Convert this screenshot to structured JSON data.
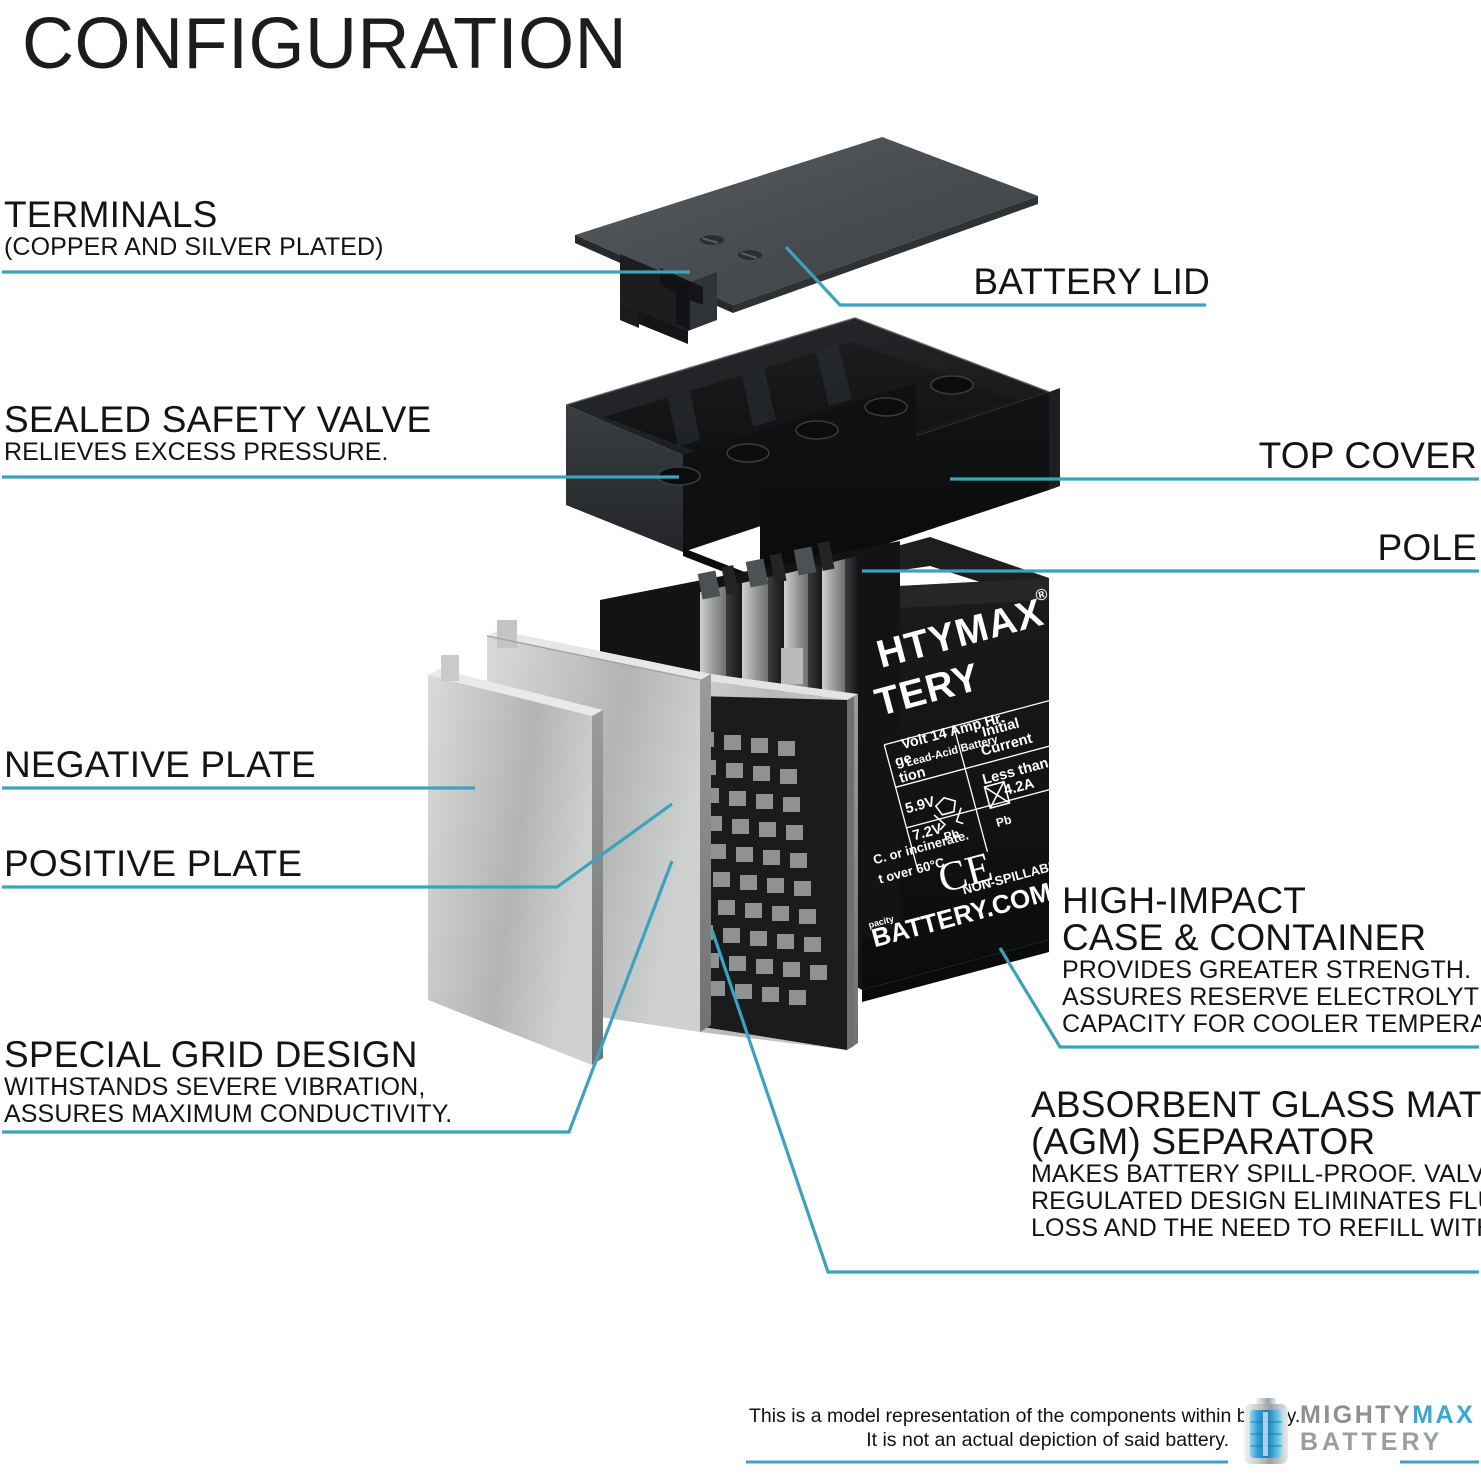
{
  "page": {
    "title": "CONFIGURATION",
    "accent_color": "#3ba3bd",
    "text_color": "#141414",
    "background": "#ffffff"
  },
  "callouts": [
    {
      "id": "terminals",
      "title": "TERMINALS",
      "subtitle": "(COPPER AND SILVER PLATED)",
      "align": "left"
    },
    {
      "id": "sealed-safety-valve",
      "title": "SEALED SAFETY VALVE",
      "subtitle": "RELIEVES EXCESS PRESSURE.",
      "align": "left"
    },
    {
      "id": "negative-plate",
      "title": "NEGATIVE PLATE",
      "subtitle": "",
      "align": "left"
    },
    {
      "id": "positive-plate",
      "title": "POSITIVE PLATE",
      "subtitle": "",
      "align": "left"
    },
    {
      "id": "special-grid-design",
      "title": "SPECIAL GRID DESIGN",
      "subtitle_line1": "WITHSTANDS SEVERE VIBRATION,",
      "subtitle_line2": "ASSURES MAXIMUM CONDUCTIVITY.",
      "align": "left"
    },
    {
      "id": "battery-lid",
      "title": "BATTERY LID",
      "subtitle": "",
      "align": "right"
    },
    {
      "id": "top-cover",
      "title": "TOP COVER",
      "subtitle": "",
      "align": "right"
    },
    {
      "id": "pole",
      "title": "POLE",
      "subtitle": "",
      "align": "right"
    },
    {
      "id": "high-impact-case",
      "title_line1": "HIGH-IMPACT",
      "title_line2": "CASE & CONTAINER",
      "subtitle_line1": "PROVIDES GREATER STRENGTH.",
      "subtitle_line2": "ASSURES RESERVE ELECTROLYTE",
      "subtitle_line3": "CAPACITY FOR COOLER TEMPERATURES.",
      "align": "left"
    },
    {
      "id": "agm-separator",
      "title_line1": "ABSORBENT GLASS MAT",
      "title_line2": "(AGM) SEPARATOR",
      "subtitle_line1": "MAKES BATTERY SPILL-PROOF. VALVE",
      "subtitle_line2": "REGULATED DESIGN ELIMINATES FLUID",
      "subtitle_line3": "LOSS AND THE NEED TO REFILL WITH ACID.",
      "align": "left"
    }
  ],
  "battery_label": {
    "brand_line1": "HTYMAX",
    "brand_line2": "TERY",
    "registered_mark": "®",
    "spec_line1": "Volt 14 Amp Hr.",
    "spec_line2": "Lead-Acid Battery",
    "table_header_left_line1": "ge",
    "table_header_left_line2": "tion",
    "table_header_right_line1": "Initial",
    "table_header_right_line2": "Current",
    "table_value_left_line1": "5.9V",
    "table_value_left_line2": "7.2V",
    "table_value_right_line1": "Less than",
    "table_value_right_line2": "4.2A",
    "warning_line1": "C. or incinerate.",
    "warning_line2": "t over 60°C.",
    "recycle_symbol_label": "Pb",
    "nodisposal_symbol_label": "Pb",
    "ce_mark": "CE",
    "non_spillable": "NON-SPILLABLE",
    "website": "BATTERY.COM",
    "small_note": "pacity"
  },
  "footer": {
    "disclaimer_line1": "This is a model representation of the components within battery.",
    "disclaimer_line2": "It is not an actual depiction of said battery.",
    "logo": {
      "line1_part1": "MIGHTY",
      "line1_part2": "MAX",
      "line2": "BATTERY",
      "icon": "battery-icon",
      "icon_color": "#3aa7d4"
    }
  },
  "diagram": {
    "components": [
      "battery-lid-plate",
      "terminal-tabs",
      "top-cover-box",
      "cell-vent-holes",
      "pole-connector",
      "negative-plate",
      "positive-plate",
      "grid-plate",
      "plate-stack",
      "battery-case"
    ],
    "leader_line_color": "#3ba3bd"
  }
}
